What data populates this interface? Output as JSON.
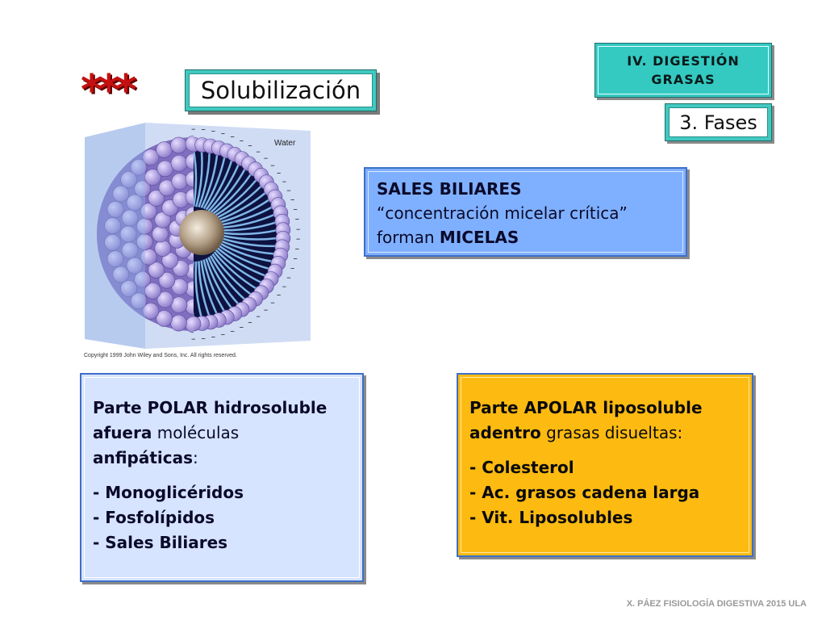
{
  "stars": "***",
  "title": "Solubilización",
  "section": {
    "line1": "IV. DIGESTIÓN",
    "line2": "GRASAS"
  },
  "phase": "3. Fases",
  "sales": {
    "line1": "SALES BILIARES",
    "line2": "“concentración micelar crítica”",
    "line3_prefix": "forman ",
    "line3_bold": "MICELAS"
  },
  "figure": {
    "water_label": "Water",
    "copyright": "Copyright 1999 John Wiley and Sons, Inc. All rights reserved."
  },
  "polar": {
    "line1_bold": "Parte POLAR hidrosoluble",
    "line2_bold": "afuera",
    "line2_rest": " moléculas",
    "line3_bold": "anfipáticas",
    "line3_rest": ":",
    "items": [
      "- Monoglicéridos",
      "- Fosfolípidos",
      "- Sales Biliares"
    ]
  },
  "apolar": {
    "line1_bold": "Parte APOLAR liposoluble",
    "line2_bold": "adentro",
    "line2_rest": " grasas disueltas:",
    "items": [
      "- Colesterol",
      "- Ac. grasos cadena larga",
      "- Vit. Liposolubles"
    ]
  },
  "footer": "X. PÁEZ   FISIOLOGÍA DIGESTIVA 2015 ULA",
  "colors": {
    "accent_teal": "#41c9c0",
    "sales_blue": "#7fb0ff",
    "polar_lightblue": "#d7e4ff",
    "apolar_orange": "#fdbb11",
    "stars_red": "#c41010"
  }
}
